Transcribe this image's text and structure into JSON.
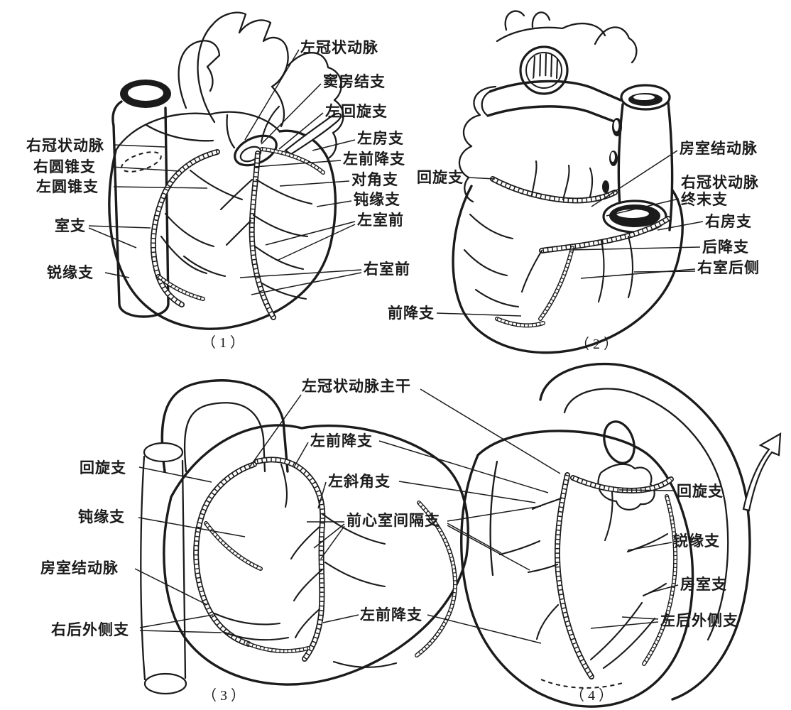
{
  "colors": {
    "background": "#ffffff",
    "ink": "#1b1b1b"
  },
  "panels": [
    {
      "caption": "（1）",
      "labels": [
        {
          "id": "left-coronary-artery",
          "text": "左冠状动脉"
        },
        {
          "id": "sinoatrial-node-branch",
          "text": "窦房结支"
        },
        {
          "id": "left-circumflex-branch",
          "text": "左回旋支"
        },
        {
          "id": "left-atrial-branch",
          "text": "左房支"
        },
        {
          "id": "left-anterior-descending",
          "text": "左前降支"
        },
        {
          "id": "diagonal-branch",
          "text": "对角支"
        },
        {
          "id": "obtuse-marginal-branch",
          "text": "钝缘支"
        },
        {
          "id": "left-ventricular-anterior",
          "text": "左室前"
        },
        {
          "id": "right-ventricular-anterior",
          "text": "右室前"
        },
        {
          "id": "right-coronary-artery",
          "text": "右冠状动脉"
        },
        {
          "id": "right-conus-branch",
          "text": "右圆锥支"
        },
        {
          "id": "left-conus-branch",
          "text": "左圆锥支"
        },
        {
          "id": "ventricular-branches",
          "text": "室支"
        },
        {
          "id": "acute-marginal-branch",
          "text": "锐缘支"
        }
      ]
    },
    {
      "caption": "（2）",
      "labels": [
        {
          "id": "circumflex-branch",
          "text": "回旋支"
        },
        {
          "id": "av-node-artery",
          "text": "房室结动脉"
        },
        {
          "id": "rca-terminal-line1",
          "text": "右冠状动脉"
        },
        {
          "id": "rca-terminal-line2",
          "text": "终末支"
        },
        {
          "id": "right-atrial-branch",
          "text": "右房支"
        },
        {
          "id": "posterior-descending-branch",
          "text": "后降支"
        },
        {
          "id": "right-ventricular-posterior",
          "text": "右室后侧"
        },
        {
          "id": "anterior-descending-branch",
          "text": "前降支"
        }
      ]
    },
    {
      "caption": "（3）",
      "labels": [
        {
          "id": "left-main-trunk",
          "text": "左冠状动脉主干"
        },
        {
          "id": "lad-upper",
          "text": "左前降支"
        },
        {
          "id": "left-diagonal-branch",
          "text": "左斜角支"
        },
        {
          "id": "anterior-septal-branches",
          "text": "前心室间隔支"
        },
        {
          "id": "circumflex-branch",
          "text": "回旋支"
        },
        {
          "id": "obtuse-marginal-branch",
          "text": "钝缘支"
        },
        {
          "id": "av-node-artery",
          "text": "房室结动脉"
        },
        {
          "id": "right-posterolateral-branch",
          "text": "右后外侧支"
        },
        {
          "id": "lad-lower",
          "text": "左前降支"
        }
      ]
    },
    {
      "caption": "（4）",
      "labels": [
        {
          "id": "circumflex-branch",
          "text": "回旋支"
        },
        {
          "id": "acute-marginal-branch",
          "text": "锐缘支"
        },
        {
          "id": "atrioventricular-branch",
          "text": "房室支"
        },
        {
          "id": "left-posterolateral-branch",
          "text": "左后外侧支"
        }
      ]
    }
  ]
}
